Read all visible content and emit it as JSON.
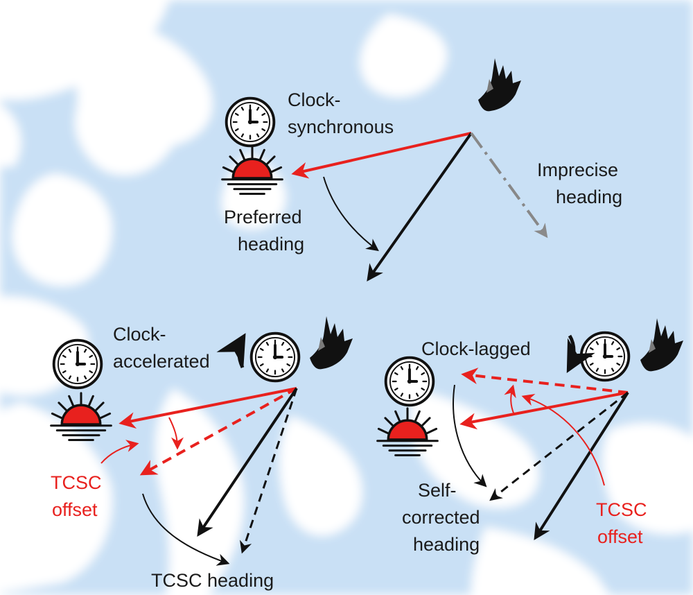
{
  "labels": {
    "clock_sync_1": "Clock-",
    "clock_sync_2": "synchronous",
    "imprecise_1": "Imprecise",
    "imprecise_2": "heading",
    "preferred_1": "Preferred",
    "preferred_2": "heading",
    "clock_acc_1": "Clock-",
    "clock_acc_2": "accelerated",
    "clock_lag": "Clock-lagged",
    "tcsc_offset_left_1": "TCSC",
    "tcsc_offset_left_2": "offset",
    "tcsc_heading": "TCSC heading",
    "self_corr_1": "Self-",
    "self_corr_2": "corrected",
    "self_corr_3": "heading",
    "tcsc_offset_right_1": "TCSC",
    "tcsc_offset_right_2": "offset"
  },
  "colors": {
    "sea": "#ffffff",
    "land": "#c3dcf3",
    "accent_red": "#e8211e",
    "arrow_black": "#111111",
    "arrow_grey": "#888888"
  }
}
